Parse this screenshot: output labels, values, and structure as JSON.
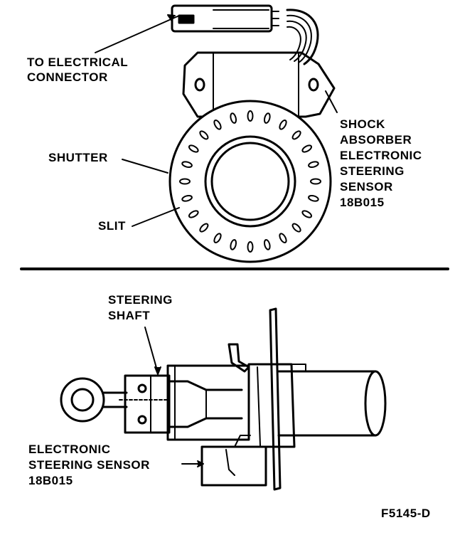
{
  "labels": {
    "to_connector_line1": "TO ELECTRICAL",
    "to_connector_line2": "CONNECTOR",
    "shutter": "SHUTTER",
    "slit": "SLIT",
    "sensor_top_line1": "SHOCK",
    "sensor_top_line2": "ABSORBER",
    "sensor_top_line3": "ELECTRONIC",
    "sensor_top_line4": "STEERING",
    "sensor_top_line5": "SENSOR",
    "sensor_top_line6": "18B015",
    "steering_shaft_line1": "STEERING",
    "steering_shaft_line2": "SHAFT",
    "sensor_bottom_line1": "ELECTRONIC",
    "sensor_bottom_line2": "STEERING SENSOR",
    "sensor_bottom_line3": "18B015",
    "figure_code": "F5145-D"
  },
  "colors": {
    "ink": "#000000",
    "paper": "#ffffff"
  }
}
